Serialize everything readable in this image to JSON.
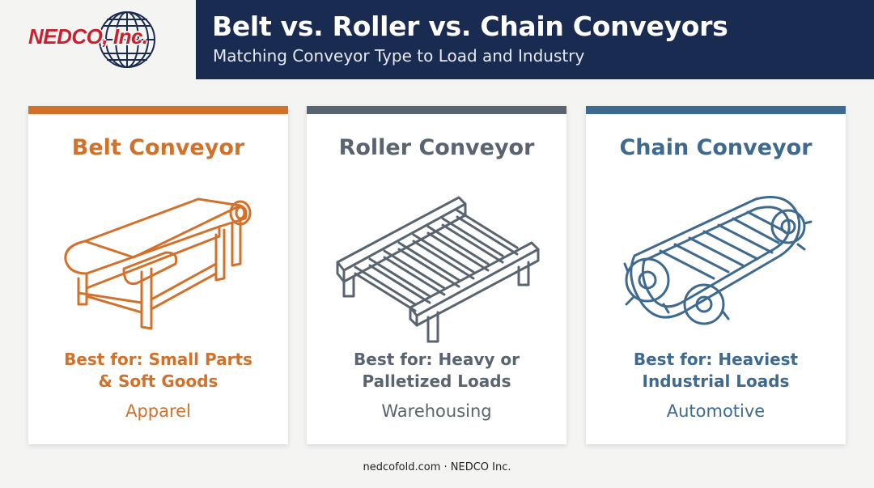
{
  "brand": {
    "logo_text": "NEDCO, Inc.",
    "logo_color": "#c8202f"
  },
  "header": {
    "title": "Belt vs. Roller vs. Chain Conveyors",
    "subtitle": "Matching Conveyor Type to Load and Industry",
    "background": "#1a2b52"
  },
  "cards": [
    {
      "title": "Belt Conveyor",
      "icon": "belt-conveyor-icon",
      "best_line1": "Best for: Small Parts",
      "best_line2": "& Soft Goods",
      "industry": "Apparel",
      "accent": "#d2712a"
    },
    {
      "title": "Roller Conveyor",
      "icon": "roller-conveyor-icon",
      "best_line1": "Best for: Heavy or",
      "best_line2": "Palletized Loads",
      "industry": "Warehousing",
      "accent": "#5a6470"
    },
    {
      "title": "Chain Conveyor",
      "icon": "chain-conveyor-icon",
      "best_line1": "Best for: Heaviest",
      "best_line2": "Industrial Loads",
      "industry": "Automotive",
      "accent": "#3e6a8f"
    }
  ],
  "footer": {
    "text": "nedcofold.com · NEDCO Inc."
  }
}
